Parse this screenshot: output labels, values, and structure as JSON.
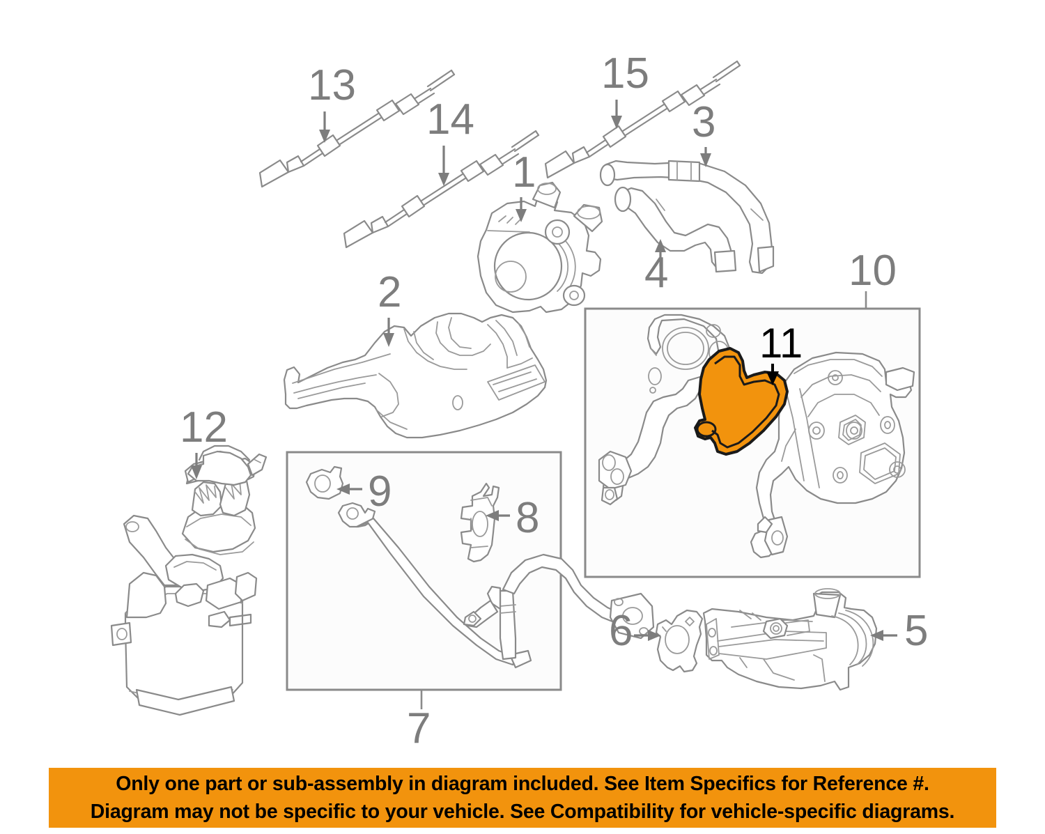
{
  "diagram": {
    "title": "Automotive engine vacuum pump / water pump parts diagram",
    "background_color": "#ffffff",
    "line_color": "#8a8a8a",
    "callout_text_color": "#7d7d7d",
    "highlight_color": "#f2930d",
    "highlight_outline_color": "#1a1a1a",
    "callouts": [
      {
        "id": "1",
        "label": "1",
        "part": "water-pump",
        "highlighted": false
      },
      {
        "id": "2",
        "label": "2",
        "part": "heat-shield",
        "highlighted": false
      },
      {
        "id": "3",
        "label": "3",
        "part": "upper-coolant-hose",
        "highlighted": false
      },
      {
        "id": "4",
        "label": "4",
        "part": "lower-coolant-hose",
        "highlighted": false
      },
      {
        "id": "5",
        "label": "5",
        "part": "vacuum-pump-housing",
        "highlighted": false
      },
      {
        "id": "6",
        "label": "6",
        "part": "vacuum-pump-gasket",
        "highlighted": false
      },
      {
        "id": "7",
        "label": "7",
        "part": "oil-line-assembly-box",
        "highlighted": false
      },
      {
        "id": "8",
        "label": "8",
        "part": "oil-line-bracket",
        "highlighted": false
      },
      {
        "id": "9",
        "label": "9",
        "part": "oil-line-seal",
        "highlighted": false
      },
      {
        "id": "10",
        "label": "10",
        "part": "vacuum-pump-assembly-box",
        "highlighted": false
      },
      {
        "id": "11",
        "label": "11",
        "part": "pump-gasket-highlighted",
        "highlighted": true
      },
      {
        "id": "12",
        "label": "12",
        "part": "vapor-canister",
        "highlighted": false
      },
      {
        "id": "13",
        "label": "13",
        "part": "control-cable-upper",
        "highlighted": false
      },
      {
        "id": "14",
        "label": "14",
        "part": "control-cable-middle",
        "highlighted": false
      },
      {
        "id": "15",
        "label": "15",
        "part": "control-cable-right",
        "highlighted": false
      }
    ],
    "group_boxes": [
      {
        "name": "box-10",
        "label": "10"
      },
      {
        "name": "box-7",
        "label": "7"
      }
    ]
  },
  "disclaimer": {
    "background_color": "#f2930d",
    "text_color": "#000000",
    "line1": "Only one part or sub-assembly in diagram included. See Item Specifics for Reference #.",
    "line2": "Diagram may not be specific to your vehicle. See Compatibility for vehicle-specific diagrams."
  }
}
